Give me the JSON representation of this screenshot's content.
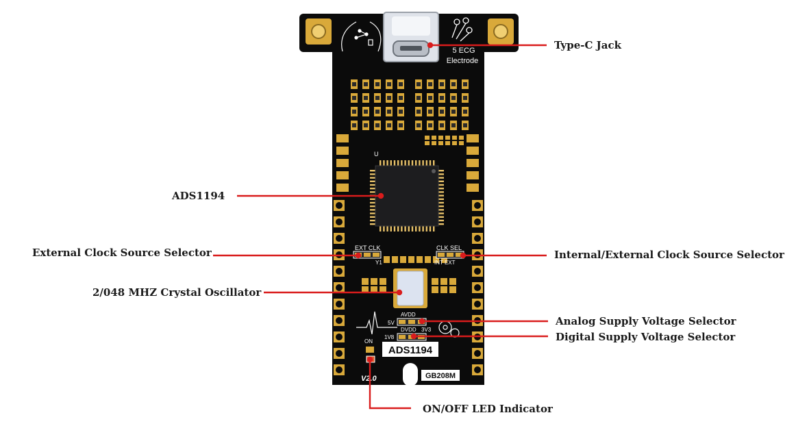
{
  "board": {
    "chip_name": "ADS1194",
    "title_silk": "ADS1194",
    "version": "V2.0",
    "model_code": "GB208M",
    "ecg_text_line1": "5 ECG",
    "ecg_text_line2": "Electrode",
    "on_text": "ON",
    "avdd_text": "AVDD",
    "dvdd_text": "DVDD",
    "v5_text": "5V",
    "v33_text": "3V3",
    "v18_text": "1V8",
    "ext_clk_text": "EXT CLK",
    "clk_sel_text": "CLK SEL",
    "int_ext_text": "INT EXT",
    "y1_text": "Y1",
    "u_text": "U"
  },
  "callouts": {
    "type_c": "Type-C Jack",
    "ads1194": "ADS1194",
    "ext_clock": "External Clock Source Selector",
    "int_ext_clock": "Internal/External Clock Source Selector",
    "crystal": "2/048 MHZ Crystal Oscillator",
    "analog_supply": "Analog Supply Voltage Selector",
    "digital_supply": "Digital Supply Voltage Selector",
    "led": "ON/OFF LED Indicator"
  },
  "colors": {
    "pcb": "#0b0b0b",
    "gold": "#d9a93a",
    "callout_line": "#d91c1c",
    "silk": "#ffffff"
  }
}
